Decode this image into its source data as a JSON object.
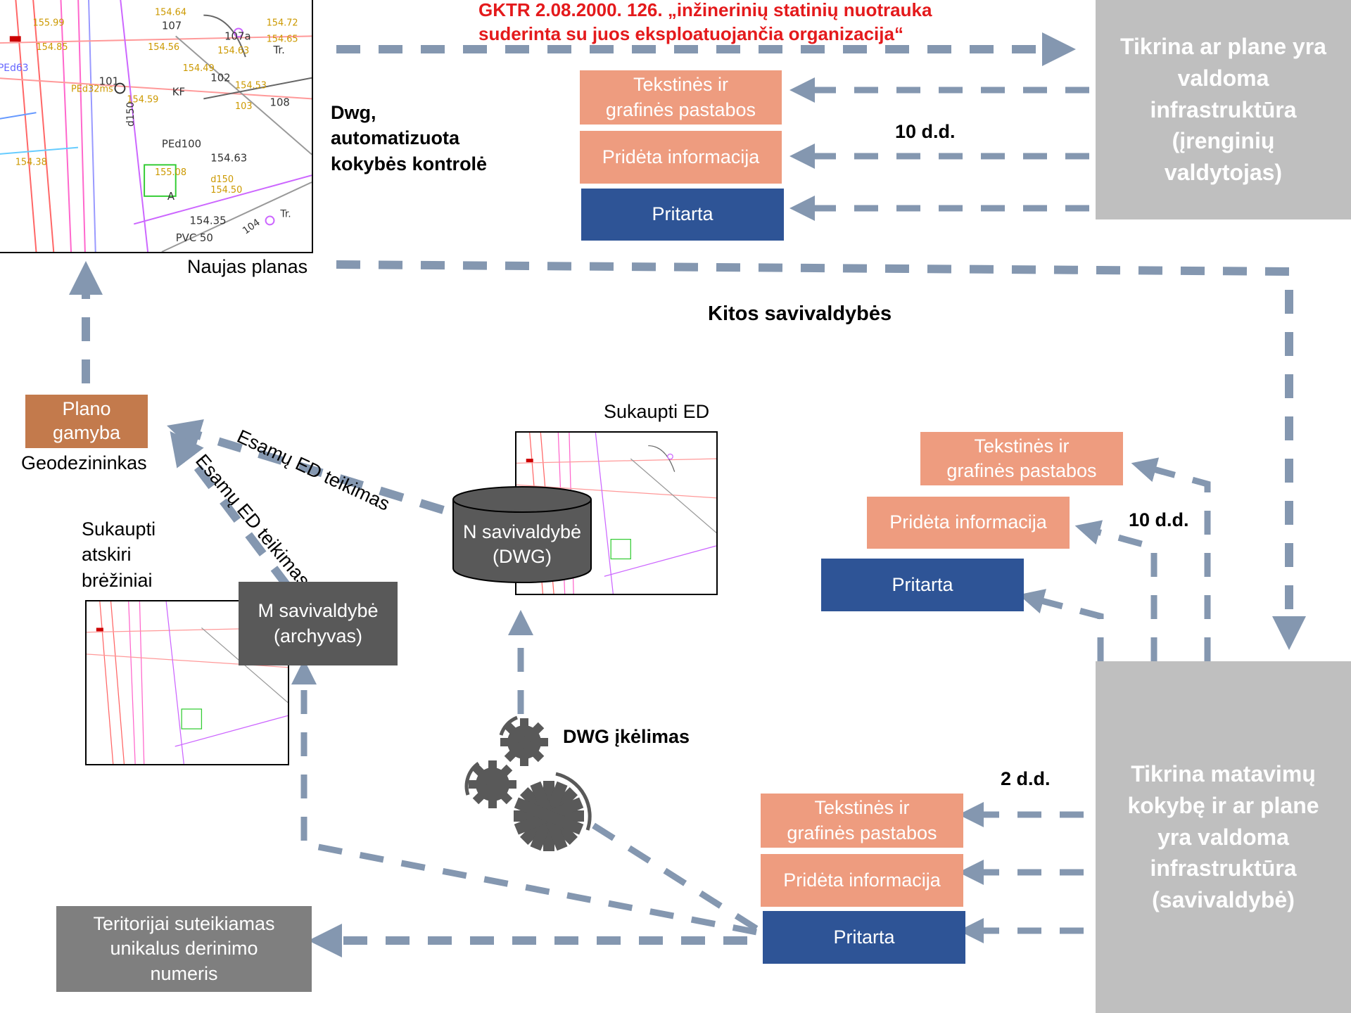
{
  "legal_note": {
    "line1": "GKTR 2.08.2000. 126. „inžinerinių statinių nuotrauka",
    "line2": "suderinta su juos eksploatuojančia organizacija“"
  },
  "top_right_box": {
    "lines": [
      "Tikrina ar plane yra",
      "valdoma",
      "infrastruktūra",
      "(įrenginių",
      "valdytojas)"
    ]
  },
  "bottom_right_box": {
    "lines": [
      "Tikrina matavimų",
      "kokybę ir ar plane",
      "yra valdoma",
      "infrastruktūra",
      "(savivaldybė)"
    ]
  },
  "top_group": {
    "remarks": [
      "Tekstinės ir",
      "grafinės pastabos"
    ],
    "added_info": "Pridėta informacija",
    "approved": "Pritarta",
    "days": "10 d.d."
  },
  "mid_group": {
    "remarks": [
      "Tekstinės ir",
      "grafinės pastabos"
    ],
    "added_info": "Pridėta informacija",
    "approved": "Pritarta",
    "days": "10 d.d."
  },
  "bottom_group": {
    "remarks": [
      "Tekstinės ir",
      "grafinės pastabos"
    ],
    "added_info": "Pridėta informacija",
    "approved": "Pritarta",
    "days": "2 d.d."
  },
  "dwg_quality": [
    "Dwg,",
    "automatizuota",
    "kokybės kontrolė"
  ],
  "new_plan": "Naujas planas",
  "other_municipalities": "Kitos savivaldybės",
  "plan_production": [
    "Plano",
    "gamyba"
  ],
  "surveyor": "Geodezininkas",
  "existing_ed_1": "Esamų ED teikimas",
  "existing_ed_2": "Esamų ED teikimas",
  "accumulated_ed": "Sukaupti ED",
  "n_municipality": [
    "N savivaldybė",
    "(DWG)"
  ],
  "accumulated_drawings": [
    "Sukaupti",
    "atskiri",
    "brėžiniai"
  ],
  "m_municipality": [
    "M savivaldybė",
    "(archyvas)"
  ],
  "dwg_upload": "DWG įkėlimas",
  "unique_number": [
    "Teritorijai suteikiamas",
    "unikalus derinimo",
    "numeris"
  ],
  "plan_texts": [
    "155.99",
    "154.64",
    "107",
    "154.72",
    "107a",
    "154.65",
    "154.85",
    "154.56",
    "154.63",
    "Tr.",
    "PEd63",
    "154.49",
    "102",
    "101",
    "PEd32ms",
    "154.59",
    "154.53",
    "108",
    "KF",
    "d150",
    "103",
    "PEd100",
    "154.38",
    "155.08",
    "154.63",
    "d150",
    "154.50",
    "154.35",
    "104",
    "PVC 50",
    "Tr.",
    "A"
  ],
  "colors": {
    "arrow": "#8497b0",
    "salmon": "#ee9c7f",
    "navy": "#2e5496",
    "grey": "#bfbfbf",
    "dark": "#595959",
    "brown": "#c37a4c",
    "red": "#e41a1c"
  }
}
